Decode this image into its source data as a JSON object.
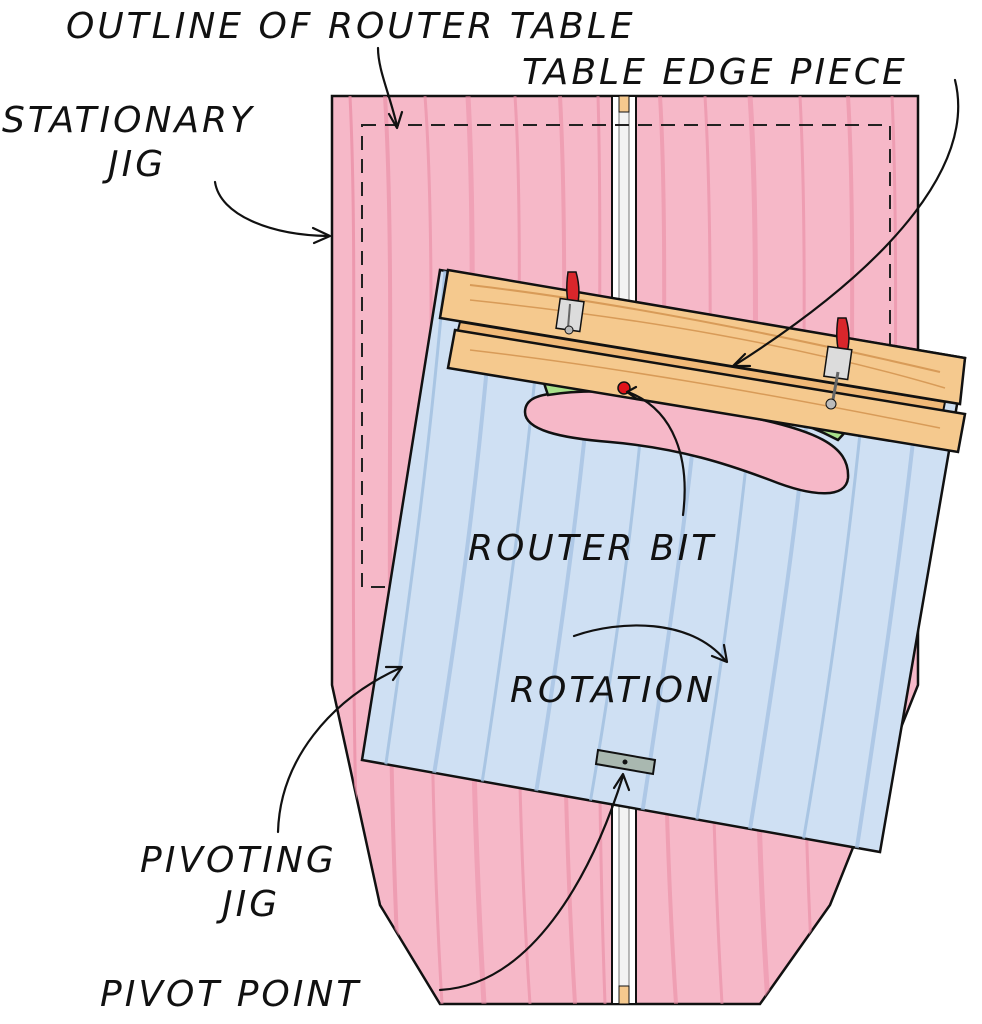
{
  "labels": {
    "outline_of_router_table": "OUTLINE OF ROUTER TABLE",
    "table_edge_piece": "TABLE EDGE PIECE",
    "stationary_jig_line1": "STATIONARY",
    "stationary_jig_line2": "JIG",
    "router_bit": "ROUTER BIT",
    "rotation": "ROTATION",
    "pivoting_jig_line1": "PIVOTING",
    "pivoting_jig_line2": "JIG",
    "pivot_point": "PIVOT POINT"
  },
  "colors": {
    "stationary_jig": "#f6b8c8",
    "stationary_jig_grain": "#e98aa3",
    "pivoting_jig": "#cfe0f3",
    "pivoting_jig_grain": "#9fbedf",
    "table_edge_piece": "#a8e08a",
    "fence_wood": "#f5c98e",
    "clamp_handle": "#d9262b",
    "router_bit": "#e0121a",
    "outline": "#111111"
  }
}
